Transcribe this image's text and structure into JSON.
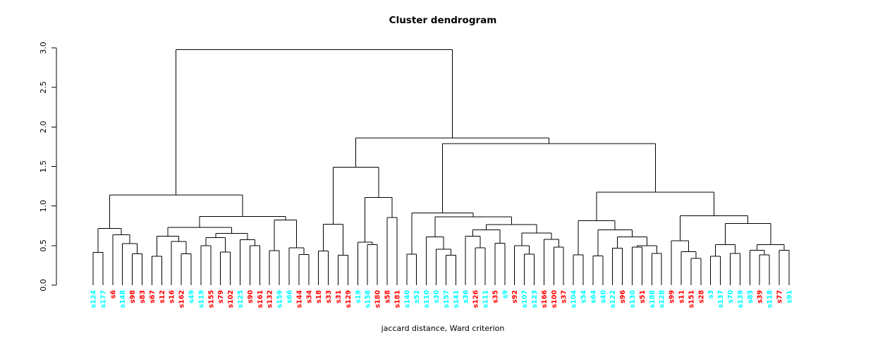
{
  "title": "Cluster dendrogram",
  "xlabel": "jaccard distance, Ward criterion",
  "chart_data": {
    "type": "dendrogram",
    "title": "Cluster dendrogram",
    "xlabel": "jaccard distance, Ward criterion",
    "ylim": [
      0.0,
      3.0
    ],
    "ytick_labels": [
      "0.0",
      "0.5",
      "1.0",
      "1.5",
      "2.0",
      "2.5",
      "3.0"
    ],
    "grid": false,
    "line_color": "#000000",
    "color_map": {
      "c": "#00FFFF",
      "r": "#FF0000"
    },
    "leaf_labels": [
      "s124",
      "s177",
      "s6",
      "s148",
      "s98",
      "s83",
      "s67",
      "s12",
      "s16",
      "s162",
      "s49",
      "s119",
      "s155",
      "s79",
      "s102",
      "s125",
      "s90",
      "s161",
      "s132",
      "s159",
      "s66",
      "s144",
      "s34",
      "s18",
      "s33",
      "s31",
      "s129",
      "s19",
      "s158",
      "s180",
      "s58",
      "s181",
      "s140",
      "s52",
      "s110",
      "s30",
      "s157",
      "s141",
      "s36",
      "s126",
      "s111",
      "s35",
      "s9",
      "s92",
      "s107",
      "s123",
      "s166",
      "s100",
      "s37",
      "s104",
      "s54",
      "s64",
      "s40",
      "s122",
      "s96",
      "s130",
      "s51",
      "s188",
      "s128",
      "s99",
      "s11",
      "s151",
      "s28",
      "s3",
      "s137",
      "s70",
      "s139",
      "s85",
      "s39",
      "s118",
      "s77",
      "s91"
    ],
    "leaf_colors": [
      "c",
      "c",
      "r",
      "c",
      "r",
      "r",
      "r",
      "r",
      "r",
      "r",
      "c",
      "c",
      "r",
      "r",
      "r",
      "c",
      "r",
      "r",
      "r",
      "c",
      "c",
      "r",
      "r",
      "r",
      "r",
      "r",
      "r",
      "c",
      "c",
      "r",
      "r",
      "r",
      "c",
      "c",
      "c",
      "c",
      "c",
      "c",
      "c",
      "r",
      "c",
      "r",
      "c",
      "r",
      "c",
      "c",
      "r",
      "r",
      "r",
      "c",
      "c",
      "c",
      "c",
      "c",
      "r",
      "c",
      "r",
      "c",
      "c",
      "r",
      "r",
      "r",
      "r",
      "c",
      "c",
      "c",
      "c",
      "c",
      "r",
      "c",
      "r",
      "c"
    ],
    "tree": [
      2.98,
      [
        1.14,
        [
          0.718,
          [
            0.416,
            "s124",
            "s177"
          ],
          [
            0.638,
            "s6",
            [
              0.525,
              "s148",
              [
                0.394,
                "s98",
                "s83"
              ]
            ]
          ]
        ],
        [
          0.87,
          [
            0.73,
            [
              0.62,
              [
                0.365,
                "s67",
                "s12"
              ],
              [
                0.55,
                "s16",
                [
                  0.394,
                  "s162",
                  "s49"
                ]
              ]
            ],
            [
              0.653,
              [
                0.6,
                [
                  0.5,
                  "s119",
                  "s155"
                ],
                [
                  0.42,
                  "s79",
                  "s102"
                ]
              ],
              [
                0.573,
                "s125",
                [
                  0.499,
                  "s90",
                  "s161"
                ]
              ]
            ]
          ],
          [
            0.825,
            [
              0.436,
              "s132",
              "s159"
            ],
            [
              0.47,
              "s66",
              [
                0.386,
                "s144",
                "s34"
              ]
            ]
          ]
        ]
      ],
      [
        1.861,
        [
          1.493,
          [
            0.772,
            [
              0.43,
              "s18",
              "s33"
            ],
            [
              0.38,
              "s31",
              "s129"
            ]
          ],
          [
            1.107,
            [
              0.543,
              "s19",
              [
                0.51,
                "s158",
                "s180"
              ]
            ],
            [
              0.855,
              "s58",
              "s181"
            ]
          ]
        ],
        [
          1.79,
          [
            0.914,
            [
              0.39,
              "s140",
              "s52"
            ],
            [
              0.864,
              [
                0.61,
                "s110",
                [
                  0.454,
                  "s30",
                  [
                    0.38,
                    "s157",
                    "s141"
                  ]
                ]
              ],
              [
                0.766,
                [
                  0.7,
                  [
                    0.62,
                    "s36",
                    [
                      0.47,
                      "s126",
                      "s111"
                    ]
                  ],
                  [
                    0.53,
                    "s35",
                    "s9"
                  ]
                ],
                [
                  0.66,
                  [
                    0.5,
                    "s92",
                    [
                      0.39,
                      "s107",
                      "s123"
                    ]
                  ],
                  [
                    0.58,
                    "s166",
                    [
                      0.48,
                      "s100",
                      "s37"
                    ]
                  ]
                ]
              ]
            ]
          ],
          [
            1.173,
            [
              0.816,
              [
                0.385,
                "s104",
                "s54"
              ],
              [
                0.697,
                [
                  0.371,
                  "s64",
                  "s40"
                ],
                [
                  0.61,
                  [
                    0.466,
                    "s122",
                    "s96"
                  ],
                  [
                    0.5,
                    [
                      0.48,
                      "s130",
                      "s51"
                    ],
                    [
                      0.4,
                      "s188",
                      "s128"
                    ]
                  ]
                ]
              ]
            ],
            [
              0.875,
              [
                0.56,
                "s99",
                [
                  0.425,
                  "s11",
                  [
                    0.34,
                    "s151",
                    "s28"
                  ]
                ]
              ],
              [
                0.78,
                [
                  0.513,
                  [
                    0.365,
                    "s3",
                    "s137"
                  ],
                  [
                    0.4,
                    "s70",
                    "s139"
                  ]
                ],
                [
                  0.51,
                  [
                    0.44,
                    "s85",
                    [
                      0.385,
                      "s39",
                      "s118"
                    ]
                  ],
                  [
                    0.44,
                    "s77",
                    "s91"
                  ]
                ]
              ]
            ]
          ]
        ]
      ]
    ]
  }
}
